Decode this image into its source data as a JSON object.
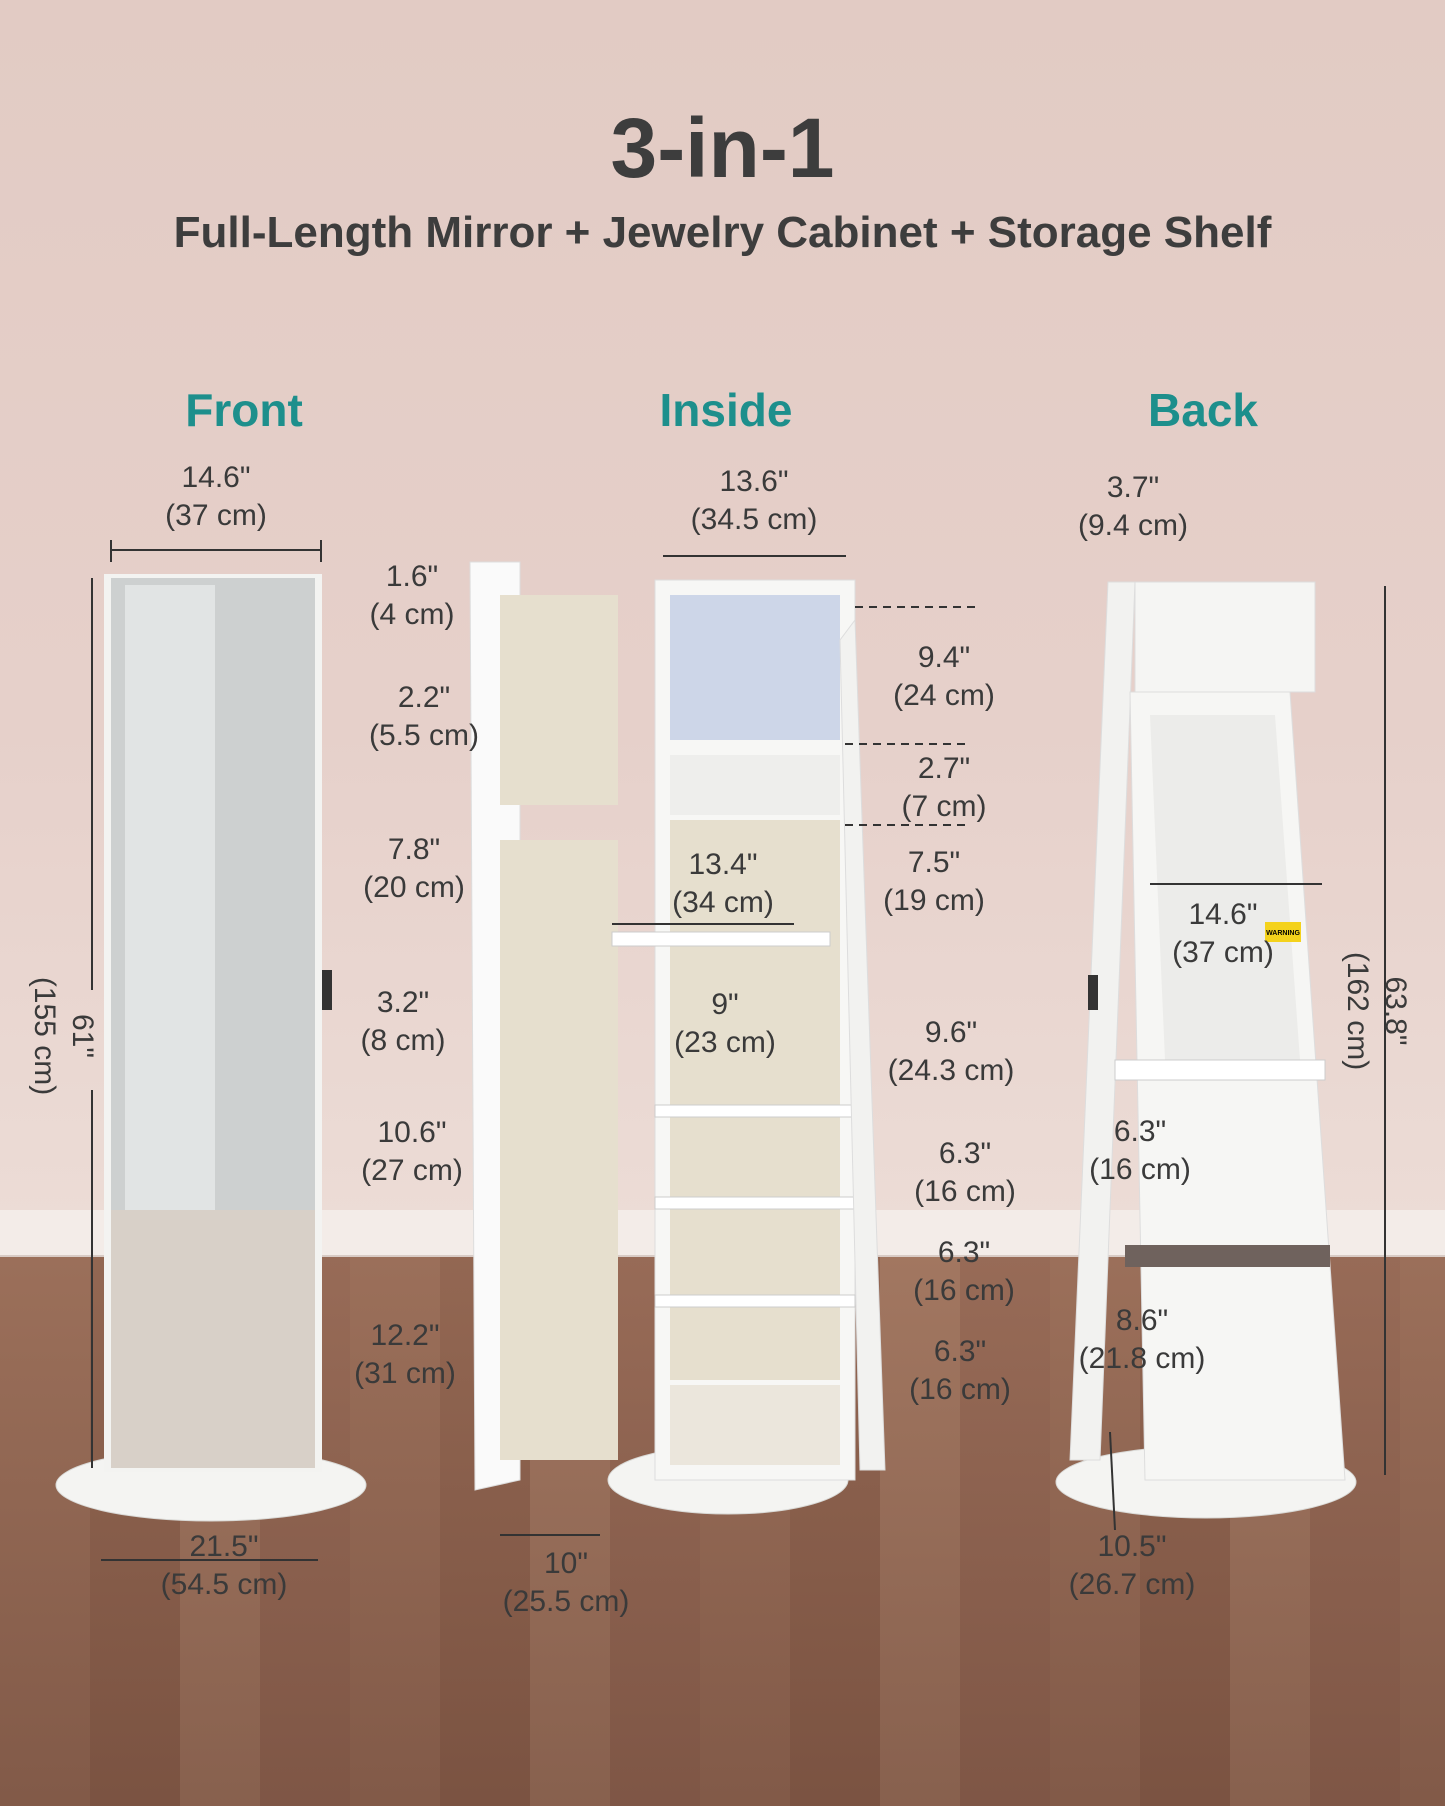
{
  "header": {
    "title": "3-in-1",
    "subtitle": "Full-Length Mirror + Jewelry Cabinet + Storage Shelf"
  },
  "views": {
    "front": "Front",
    "inside": "Inside",
    "back": "Back"
  },
  "front": {
    "width": [
      "14.6\"",
      "(37 cm)"
    ],
    "height": [
      "61\"",
      "(155 cm)"
    ],
    "base": [
      "21.5\"",
      "(54.5 cm)"
    ]
  },
  "inside": {
    "width": [
      "13.6\"",
      "(34.5 cm)"
    ],
    "d1": [
      "1.6\"",
      "(4 cm)"
    ],
    "d2": [
      "2.2\"",
      "(5.5 cm)"
    ],
    "d3": [
      "7.8\"",
      "(20 cm)"
    ],
    "d4": [
      "3.2\"",
      "(8 cm)"
    ],
    "d5": [
      "10.6\"",
      "(27 cm)"
    ],
    "d6": [
      "12.2\"",
      "(31 cm)"
    ],
    "door_width": [
      "10\"",
      "(25.5 cm)"
    ],
    "top": [
      "9.4\"",
      "(24 cm)"
    ],
    "tray": [
      "2.7\"",
      "(7 cm)"
    ],
    "inner_width": [
      "13.4\"",
      "(34 cm)"
    ],
    "sec2": [
      "7.5\"",
      "(19 cm)"
    ],
    "sec3_width": [
      "9\"",
      "(23 cm)"
    ],
    "sec3": [
      "9.6\"",
      "(24.3 cm)"
    ],
    "shelf1": [
      "6.3\"",
      "(16 cm)"
    ],
    "shelf2": [
      "6.3\"",
      "(16 cm)"
    ],
    "shelf3": [
      "6.3\"",
      "(16 cm)"
    ]
  },
  "back": {
    "depth": [
      "3.7\"",
      "(9.4 cm)"
    ],
    "shelf_width": [
      "14.6\"",
      "(37 cm)"
    ],
    "height": [
      "63.8\"",
      "(162 cm)"
    ],
    "shelf_gap": [
      "6.3\"",
      "(16 cm)"
    ],
    "lower": [
      "8.6\"",
      "(21.8 cm)"
    ],
    "base_depth": [
      "10.5\"",
      "(26.7 cm)"
    ],
    "warning_label": "WARNING"
  },
  "colors": {
    "accent": "#1d8f8c",
    "text": "#3a3a3a",
    "cabinet": "#f7f7f5",
    "lining": "#e3dccb"
  }
}
